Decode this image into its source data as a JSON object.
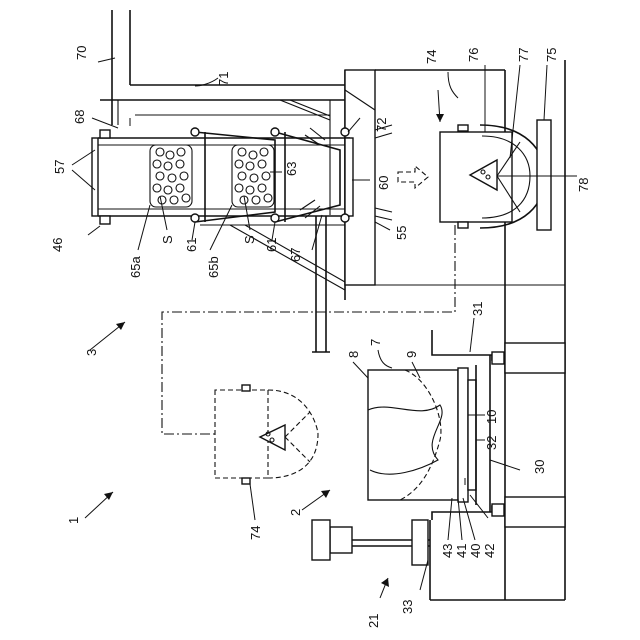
{
  "figure": {
    "labels": {
      "l1": "1",
      "l2": "2",
      "l3": "3",
      "l7": "7",
      "l8": "8",
      "l9": "9",
      "l10": "10",
      "l21": "21",
      "l30": "30",
      "l31": "31",
      "l32": "32",
      "l33": "33",
      "l40": "40",
      "l41": "41",
      "l42": "42",
      "l43": "43",
      "l46": "46",
      "l55": "55",
      "l57": "57",
      "l60": "60",
      "l61a": "61",
      "l61b": "61",
      "l63": "63",
      "l65a": "65a",
      "l65b": "65b",
      "l67": "67",
      "l68": "68",
      "l70": "70",
      "l71": "71",
      "l72": "72",
      "l74a": "74",
      "l74b": "74",
      "l75": "75",
      "l76": "76",
      "l77": "77",
      "l78": "78",
      "sA": "S",
      "sB": "S"
    }
  }
}
